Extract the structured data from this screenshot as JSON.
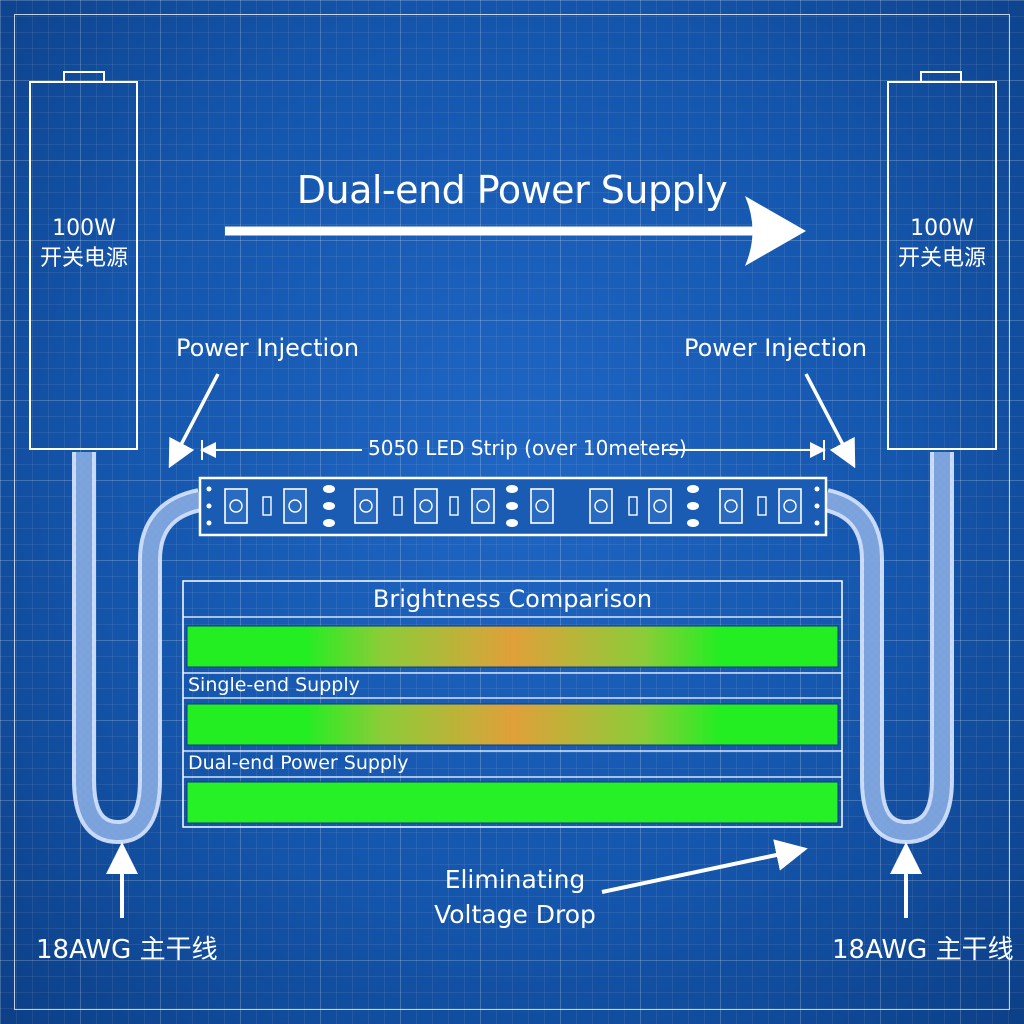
{
  "title": "Dual-end Power Supply",
  "psu_left": {
    "watt": "100W",
    "name": "开关电源"
  },
  "psu_right": {
    "watt": "100W",
    "name": "开关电源"
  },
  "injection_left": "Power Injection",
  "injection_right": "Power Injection",
  "strip_label": "5050 LED Strip (over 10meters)",
  "comparison": {
    "title": "Brightness Comparison",
    "rows": [
      {
        "label": "",
        "profile": "center-dim"
      },
      {
        "label": "Single-end Supply",
        "profile": "center-dim"
      },
      {
        "label": "Dual-end Power Supply",
        "profile": "uniform"
      }
    ]
  },
  "note": {
    "line1": "Eliminating",
    "line2": "Voltage Drop"
  },
  "wire_left": "18AWG 主干线",
  "wire_right": "18AWG 主干线",
  "colors": {
    "background": "#1556ad",
    "led_bright": "#22ee22",
    "led_dim": "#e0a03a",
    "line": "#ffffff"
  }
}
